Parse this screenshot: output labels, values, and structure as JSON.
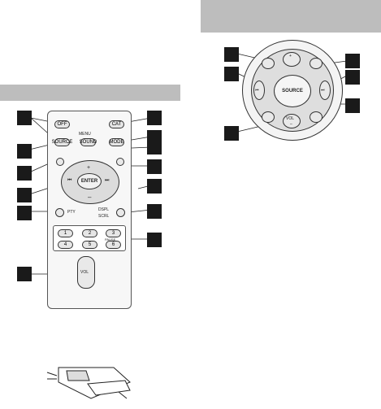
{
  "remote": {
    "off": "OFF",
    "cat": "CAT",
    "source": "SOURCE",
    "sound": "SOUND",
    "mode": "MODE",
    "menu": "MENU",
    "enter": "ENTER",
    "pty": "PTY",
    "dspl": "DSPL",
    "scrl": "SCRL",
    "numbers": [
      "1",
      "2",
      "3",
      "4",
      "5",
      "6"
    ],
    "pause": "PAUSE",
    "vol": "VOL"
  },
  "dial": {
    "vol": "VOL",
    "source": "SOURCE"
  }
}
